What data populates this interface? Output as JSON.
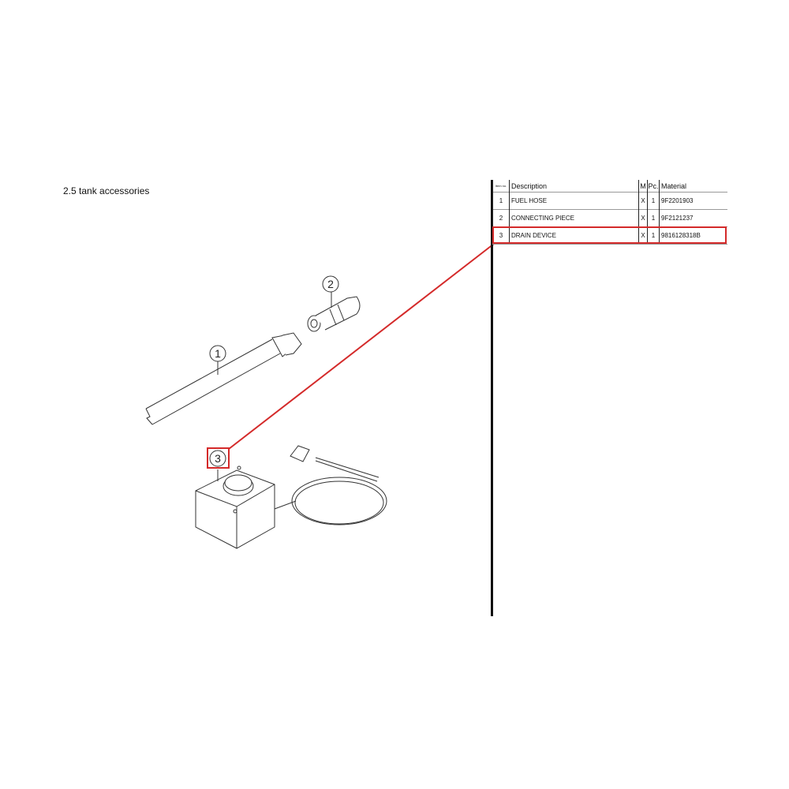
{
  "section_title": "2.5  tank accessories",
  "table": {
    "headers": {
      "item": "Item no.",
      "description": "Description",
      "m": "M",
      "pc": "Pc.",
      "material": "Material"
    },
    "rows": [
      {
        "item": "1",
        "description": "FUEL HOSE",
        "m": "X",
        "pc": "1",
        "material": "9F2201903"
      },
      {
        "item": "2",
        "description": "CONNECTING PIECE",
        "m": "X",
        "pc": "1",
        "material": "9F2121237"
      },
      {
        "item": "3",
        "description": "DRAIN DEVICE",
        "m": "X",
        "pc": "1",
        "material": "9816128318B"
      }
    ],
    "highlighted_row": "3"
  },
  "callouts": [
    "1",
    "2",
    "3"
  ],
  "highlight_color": "#d42a2a"
}
